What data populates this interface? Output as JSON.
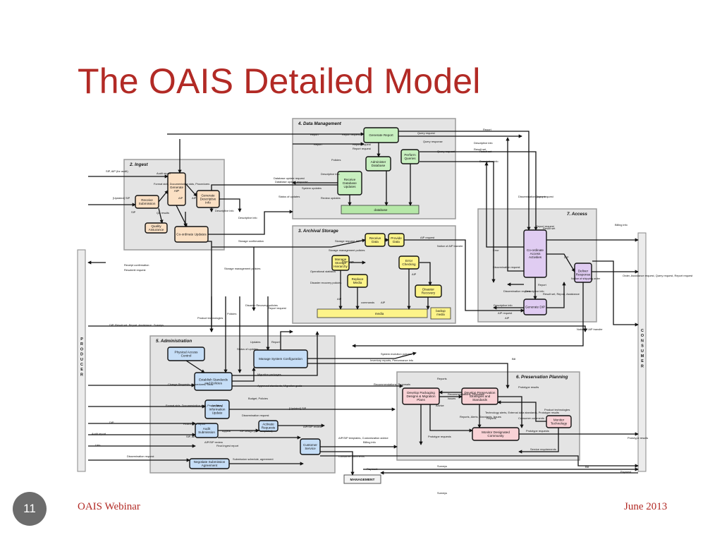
{
  "slide": {
    "title": "The OAIS Detailed Model",
    "slide_number": "11",
    "footer_left": "OAIS Webinar",
    "footer_right": "June 2013"
  },
  "sections": [
    {
      "id": "ingest",
      "label": "2. Ingest"
    },
    {
      "id": "data_management",
      "label": "4. Data Management"
    },
    {
      "id": "archival_storage",
      "label": "3. Archival Storage"
    },
    {
      "id": "access",
      "label": "7. Access"
    },
    {
      "id": "administration",
      "label": "5. Administration"
    },
    {
      "id": "preservation_planning",
      "label": "6. Preservation Planning"
    }
  ],
  "boxes": [
    {
      "id": "receive_submission",
      "section": "ingest",
      "label": "Receive Submission",
      "color": "#fbe0c4"
    },
    {
      "id": "generate_aip",
      "section": "ingest",
      "label": "Generate AIP",
      "color": "#fbe0c4"
    },
    {
      "id": "generate_desc_info",
      "section": "ingest",
      "label": "Generate Descriptive Info",
      "color": "#fbe0c4"
    },
    {
      "id": "quality_assurance",
      "section": "ingest",
      "label": "Quality Assurance",
      "color": "#fbe0c4"
    },
    {
      "id": "coordinate_updates",
      "section": "ingest",
      "label": "Co-ordinate Updates",
      "color": "#fbe0c4"
    },
    {
      "id": "generate_report",
      "section": "data_management",
      "label": "Generate Report",
      "color": "#c8f0c0"
    },
    {
      "id": "administer_database",
      "section": "data_management",
      "label": "Administer Database",
      "color": "#c8f0c0"
    },
    {
      "id": "perform_queries",
      "section": "data_management",
      "label": "Perform Queries",
      "color": "#c8f0c0"
    },
    {
      "id": "receive_database_updates",
      "section": "data_management",
      "label": "Receive Database Updates",
      "color": "#c8f0c0"
    },
    {
      "id": "receive_data",
      "section": "archival_storage",
      "label": "Receive Data",
      "color": "#fdf48a"
    },
    {
      "id": "provide_data",
      "section": "archival_storage",
      "label": "Provide Data",
      "color": "#fdf48a"
    },
    {
      "id": "manage_storage_hierarchy",
      "section": "archival_storage",
      "label": "Manage Storage Hierarchy",
      "color": "#fdf48a"
    },
    {
      "id": "error_checking",
      "section": "archival_storage",
      "label": "Error Checking",
      "color": "#fdf48a"
    },
    {
      "id": "replace_media",
      "section": "archival_storage",
      "label": "Replace Media",
      "color": "#fdf48a"
    },
    {
      "id": "disaster_recovery",
      "section": "archival_storage",
      "label": "Disaster Recovery",
      "color": "#fdf48a"
    },
    {
      "id": "coordinate_access",
      "section": "access",
      "label": "Co-ordinate Access Activities",
      "color": "#e0ccf2"
    },
    {
      "id": "deliver_response",
      "section": "access",
      "label": "Deliver Response",
      "color": "#e0ccf2"
    },
    {
      "id": "generate_dip",
      "section": "access",
      "label": "Generate DIP",
      "color": "#e0ccf2"
    },
    {
      "id": "physical_access_control",
      "section": "administration",
      "label": "Physical Access Control",
      "color": "#c6def7"
    },
    {
      "id": "manage_system_configuration",
      "section": "administration",
      "label": "Manage System Configuration",
      "color": "#c6def7"
    },
    {
      "id": "establish_standards",
      "section": "administration",
      "label": "Establish Standards and Policies",
      "color": "#c6def7"
    },
    {
      "id": "archival_information_update",
      "section": "administration",
      "label": "Archival Information Update",
      "color": "#c6def7"
    },
    {
      "id": "audit_submission",
      "section": "administration",
      "label": "Audit Submission",
      "color": "#c6def7"
    },
    {
      "id": "activate_requests",
      "section": "administration",
      "label": "Activate Requests",
      "color": "#c6def7"
    },
    {
      "id": "customer_service",
      "section": "administration",
      "label": "Customer Service",
      "color": "#c6def7"
    },
    {
      "id": "negotiate_submission",
      "section": "administration",
      "label": "Negotiate Submission Agreement",
      "color": "#c6def7"
    },
    {
      "id": "develop_packaging",
      "section": "preservation_planning",
      "label": "Develop Packaging Designs & Migration Plans",
      "color": "#f9d2d6"
    },
    {
      "id": "develop_preservation",
      "section": "preservation_planning",
      "label": "Develop Preservation Strategies and Standards",
      "color": "#f9d2d6"
    },
    {
      "id": "monitor_designated_community",
      "section": "preservation_planning",
      "label": "Monitor Designated Community",
      "color": "#f9d2d6"
    },
    {
      "id": "monitor_technology",
      "section": "preservation_planning",
      "label": "Monitor Technology",
      "color": "#f9d2d6"
    }
  ],
  "database": {
    "label": "database"
  },
  "media": {
    "label": "media"
  },
  "backup_media": {
    "label": "backup media"
  },
  "producer": {
    "label": "PRODUCER"
  },
  "consumer": {
    "label": "CONSUMER"
  },
  "management": {
    "label": "MANAGEMENT"
  },
  "flow_labels": [
    "Report",
    "Report request",
    "Report",
    "Report request",
    "Report request",
    "Query request",
    "Query response",
    "Descriptive info",
    "Result set",
    "Report",
    "Policies",
    "Query request",
    "Result set",
    "Descriptive info",
    "Descriptive info",
    "Database update request",
    "Database update response",
    "System updates",
    "Review updates",
    "Status of updates",
    "SIP, AIP (for audit)",
    "Audit report",
    "Format stds, Documentation stds, Procedures",
    "[Updated] SIP",
    "SIP",
    "QA results",
    "AIP",
    "AIP",
    "Descriptive info",
    "Descriptive info",
    "Storage confirmation",
    "Receipt confirmation",
    "Resubmit request",
    "Storage request, AIP",
    "AIP request",
    "Notice of AIP transfer",
    "Storage management policies",
    "Error logs",
    "Operational statistics",
    "Disaster recovery policies",
    "Storage management policies",
    "AIP",
    "commands",
    "AIP",
    "AIP",
    "Error",
    "Dissemination request",
    "Dissemination request",
    "Query request",
    "Report request",
    "Result set",
    "Report",
    "DIP",
    "Notice of shipping order",
    "Result set, Report, Assistance",
    "Dissemination request",
    "Descriptive info",
    "Descriptive info",
    "AIP request",
    "AIP",
    "Notice of AIP transfer",
    "DIP",
    "Billing info",
    "Order, Assistance request, Query request, Report request",
    "DIP, Result set, Report, Assistance",
    "Surveys",
    "Product technologies",
    "Policies",
    "Disaster Recovery policies",
    "Report request",
    "Updates",
    "Report",
    "Status of updates",
    "System evolution policies",
    "Inventory reports, Performance info",
    "Migration packages",
    "Recommendations, Proposals",
    "Approved standards, Migration goals",
    "Budget, Policies",
    "Change Requests, Procedures, Tools",
    "Format stds, Documentation stds, Procedures",
    "[Updated] SIP",
    "Dissemination request",
    "DIP",
    "Audit report",
    "Lien",
    "Final ingest report",
    "SIP, AIP",
    "Appeal",
    "AIP/SIP review",
    "Final ingest report",
    "SIP design (SIP templates)",
    "AIP/SIP review",
    "Dissemination request",
    "Submission schedule, agreement",
    "AIP/SIP templates, Customization advice",
    "Billing info",
    "Consumer comments",
    "Payment",
    "Reports",
    "Recommendations, Proposals",
    "Issues",
    "Advice",
    "Prototype requests",
    "Prototype results",
    "Technology alerts, External data standards, Prototype results",
    "Reports",
    "Reports, Alerts, Standards, Issues",
    "Consumer comments",
    "Product technologies",
    "Prototype requests",
    "Service requirements",
    "Prototype results",
    "Surveys",
    "Bill",
    "Payment",
    "Bill",
    "Surveys"
  ]
}
